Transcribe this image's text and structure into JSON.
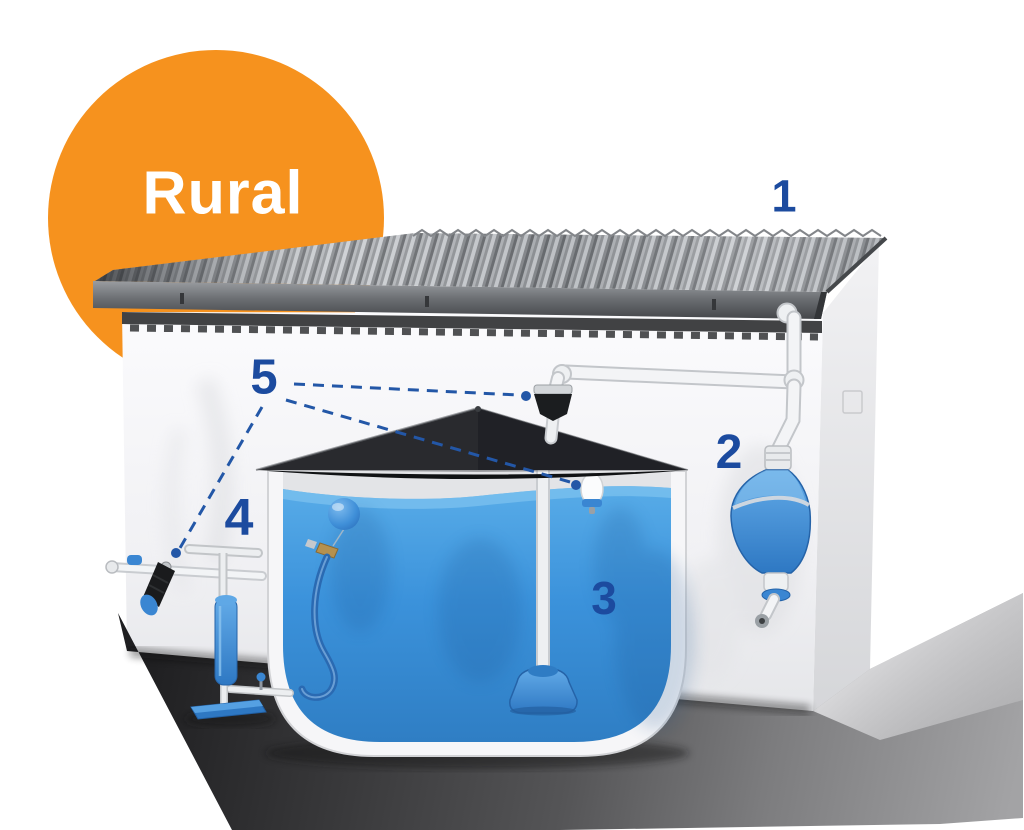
{
  "badge": {
    "label": "Rural",
    "bg_color": "#F6921E",
    "text_color": "#FFFFFF"
  },
  "callouts": {
    "accent_color": "#1C4B9F",
    "leader_line_color": "#2357A7",
    "items": [
      {
        "number": "1"
      },
      {
        "number": "2"
      },
      {
        "number": "3"
      },
      {
        "number": "4"
      },
      {
        "number": "5"
      }
    ]
  },
  "colors": {
    "badge_orange": "#F6921E",
    "callout_blue": "#1C4B9F",
    "leader_line_blue": "#2357A7",
    "water_blue": "#3B92DB",
    "device_blue": "#3A86D2",
    "pipe_white": "#F2F4F6",
    "tank_lid_black": "#222428",
    "roof_gray": "#9DA0A4",
    "wall_white": "#F4F4F6",
    "ground_shadow_gray": "#555557"
  }
}
